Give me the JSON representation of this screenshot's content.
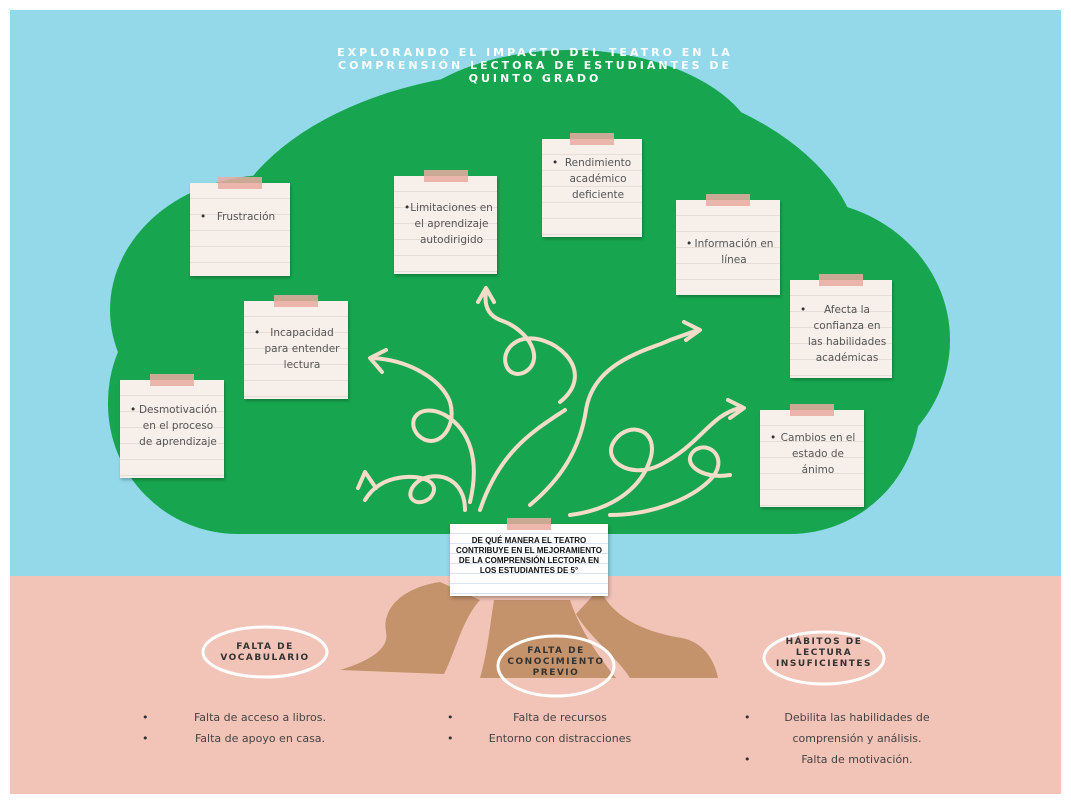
{
  "title": "EXPLORANDO EL IMPACTO DEL TEATRO EN LA COMPRENSIÓN LECTORA DE ESTUDIANTES DE QUINTO GRADO",
  "central_question": "DE QUÉ MANERA EL TEATRO CONTRIBUYE EN EL MEJORAMIENTO DE LA COMPRENSIÓN LECTORA EN LOS ESTUDIANTES DE 5°",
  "consequences": [
    "Frustración",
    "Limitaciones en el aprendizaje autodirigido",
    "Rendimiento académico deficiente",
    "Información en línea",
    "Incapacidad para entender lectura",
    "Afecta la confianza en las habilidades académicas",
    "Desmotivación en el proceso de aprendizaje",
    "Cambios en el estado de ánimo"
  ],
  "causes": [
    {
      "label": "FALTA DE VOCABULARIO",
      "items": [
        "Falta de acceso a libros.",
        "Falta de apoyo en casa."
      ]
    },
    {
      "label": "FALTA DE CONOCIMIENTO PREVIO",
      "items": [
        "Falta de recursos",
        "Entorno con distracciones"
      ]
    },
    {
      "label": "HÁBITOS DE LECTURA INSUFICIENTES",
      "items": [
        "Debilita las habilidades de comprensión y análisis.",
        "Falta de motivación."
      ]
    }
  ],
  "colors": {
    "sky": "#93d9ea",
    "ground": "#f2c4b8",
    "canopy": "#17a64f",
    "trunk": "#c4936c",
    "arrow": "#f4dcc8",
    "note": "#f7f0ea",
    "tape": "#eaa9a0"
  }
}
